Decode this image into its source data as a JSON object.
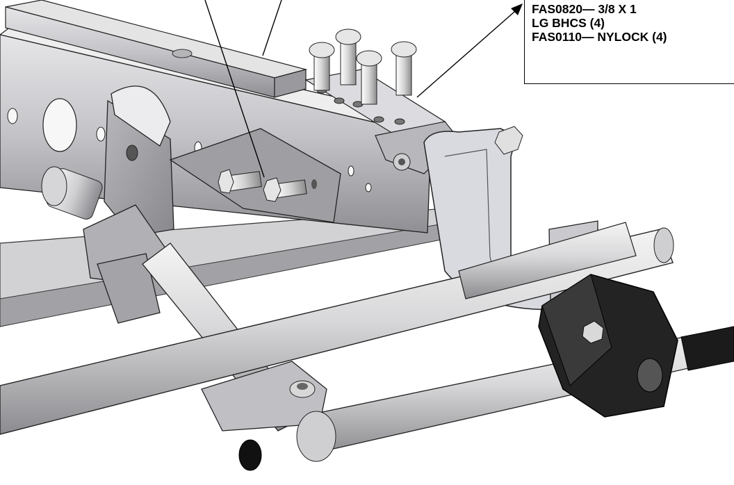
{
  "callout": {
    "lines": [
      "FAS0820— 3/8 X 1",
      "LG BHCS  (4)",
      "FAS0110— NYLOCK (4)"
    ]
  },
  "colors": {
    "frame_light": "#d9d9dc",
    "frame_mid": "#a9a9ae",
    "frame_dark": "#6f6f74",
    "clamp_black": "#1e1e1e",
    "bar_stock": "#c8c8c8",
    "leader": "#000000"
  },
  "icons": [
    "bolt-icon",
    "nut-icon"
  ]
}
